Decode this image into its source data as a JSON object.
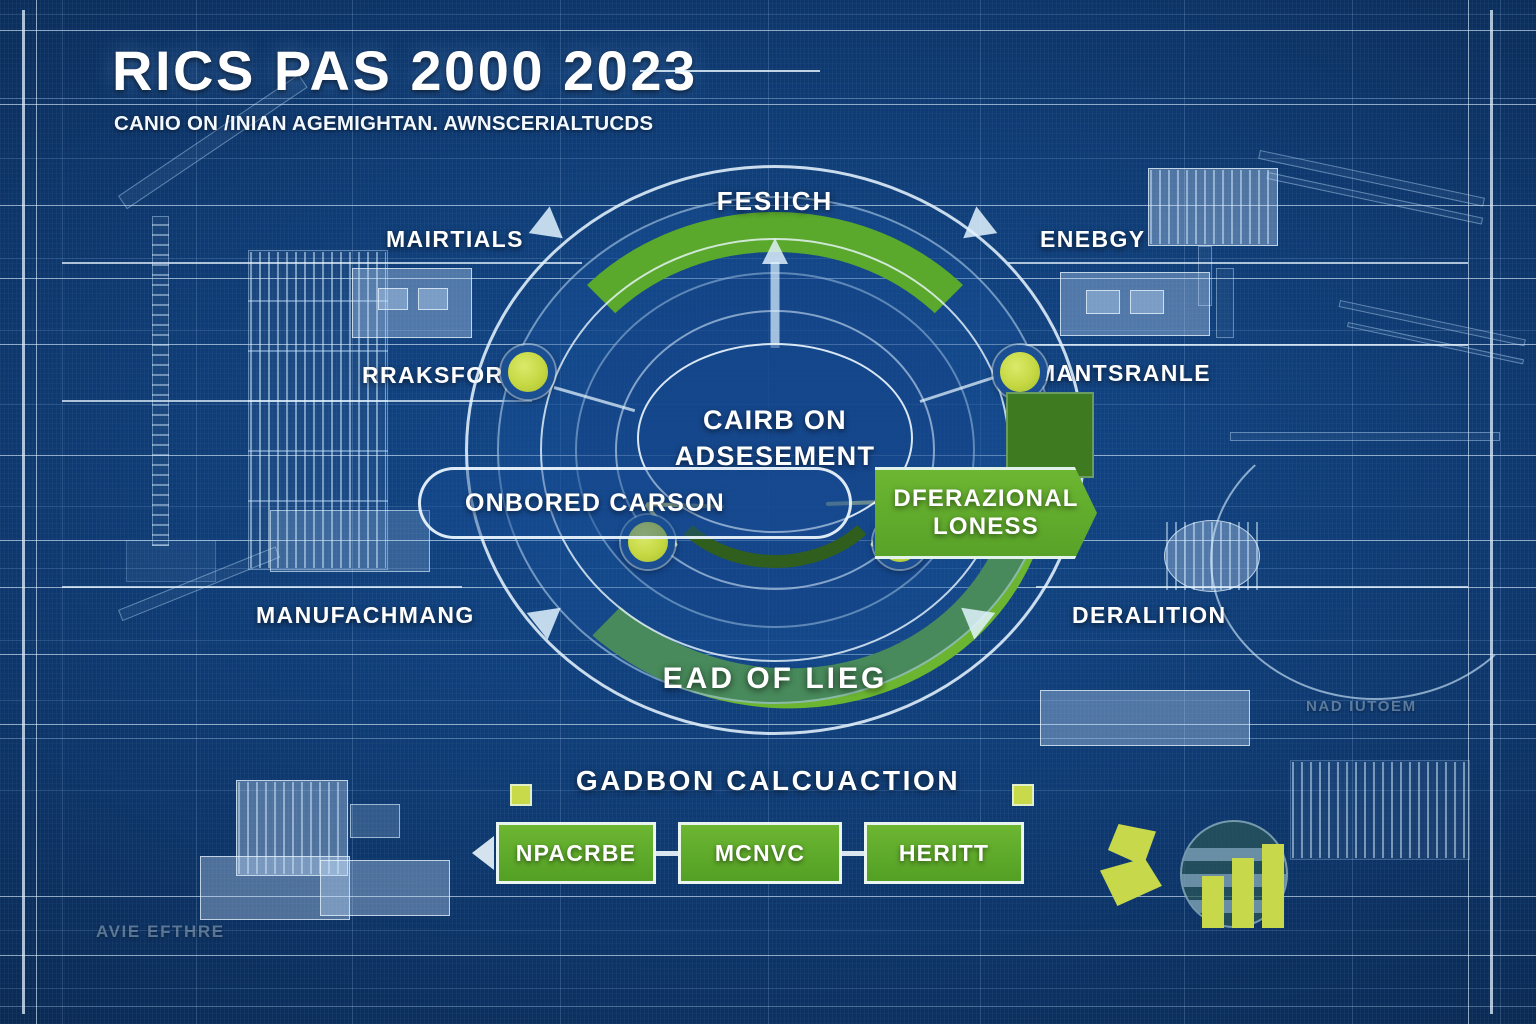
{
  "header": {
    "title": "RICS PAS 2000 2023",
    "subtitle": "CANIO ON /INIAN AGEMIGHTAN. AWNSCERIALTUCDS"
  },
  "cycle": {
    "hub_line_1": "CAIRB ON",
    "hub_line_2": "ADSESEMENT",
    "arc_top_label": "FESIICH",
    "arc_bottom_label": "EAD OF LIEG",
    "nodes": [
      {
        "id": "node-top-left",
        "label": ""
      },
      {
        "id": "node-top-right",
        "label": ""
      },
      {
        "id": "node-bottom-left",
        "label": ""
      },
      {
        "id": "node-bottom-right",
        "label": ""
      }
    ]
  },
  "categories": {
    "left": [
      {
        "label": "MAIRTIALS"
      },
      {
        "label": "RRAKSFORY"
      },
      {
        "label": "MANUFACHMANG"
      }
    ],
    "right": [
      {
        "label": "ENEBGY"
      },
      {
        "label": "MANTSRANLE"
      },
      {
        "label": "DERALITION"
      }
    ]
  },
  "flags": {
    "left_label": "ONBORED CARSON",
    "right_line_1": "DFERAZIONAL",
    "right_line_2": "LONESS"
  },
  "calculation": {
    "heading": "GADBON CALCUACTION",
    "boxes": [
      {
        "label": "NPACRBE"
      },
      {
        "label": "MCNVC"
      },
      {
        "label": "HERITT"
      }
    ]
  },
  "annotations": {
    "footer_note": "AVIE EFTHRE",
    "right_note": "NAD IUTOEM"
  },
  "colors": {
    "background_deep": "#072041",
    "background_mid": "#0e3a72",
    "background_light": "#134a8e",
    "blueprint_line": "#bedeff",
    "accent_green": "#5aa82c",
    "accent_green_light": "#6cb632",
    "accent_green_dark": "#3e7a1f",
    "node_yellow": "#c8d94a",
    "text_white": "#ffffff"
  }
}
